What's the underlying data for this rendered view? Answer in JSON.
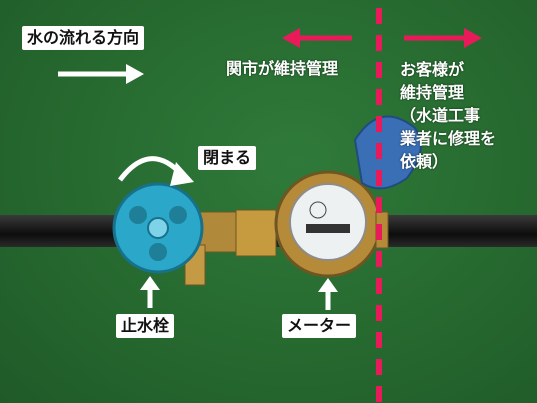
{
  "labels": {
    "flow_direction": "水の流れる方向",
    "city_maintains": "関市が維持管理",
    "customer_maintains": "お客様が\n維持管理\n（水道工事\n業者に修理を\n依頼）",
    "close": "閉まる",
    "stop_valve": "止水栓",
    "meter": "メーター"
  },
  "colors": {
    "grass": "#26692f",
    "valve": "#2aa7c9",
    "divider": "#e81a5a",
    "label_bg": "#ffffff"
  }
}
